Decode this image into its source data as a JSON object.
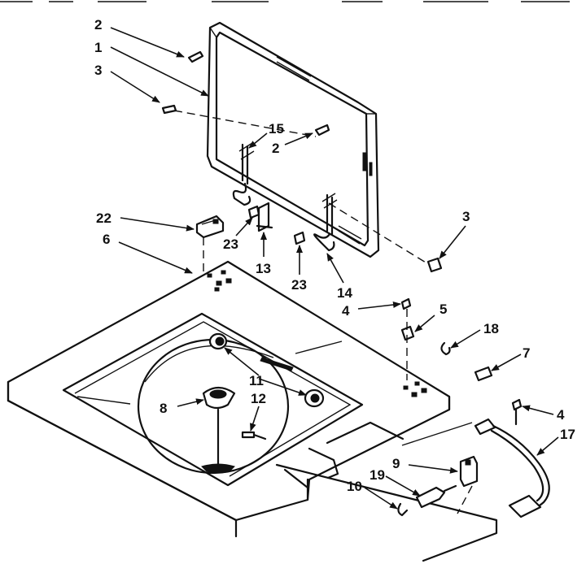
{
  "callouts": {
    "c1": "1",
    "c2a": "2",
    "c2b": "2",
    "c3a": "3",
    "c3b": "3",
    "c4a": "4",
    "c4b": "4",
    "c5": "5",
    "c6": "6",
    "c7": "7",
    "c8": "8",
    "c9": "9",
    "c10": "10",
    "c11": "11",
    "c12": "12",
    "c13": "13",
    "c14": "14",
    "c15": "15",
    "c17": "17",
    "c18": "18",
    "c19": "19",
    "c22": "22",
    "c23a": "23",
    "c23b": "23"
  }
}
